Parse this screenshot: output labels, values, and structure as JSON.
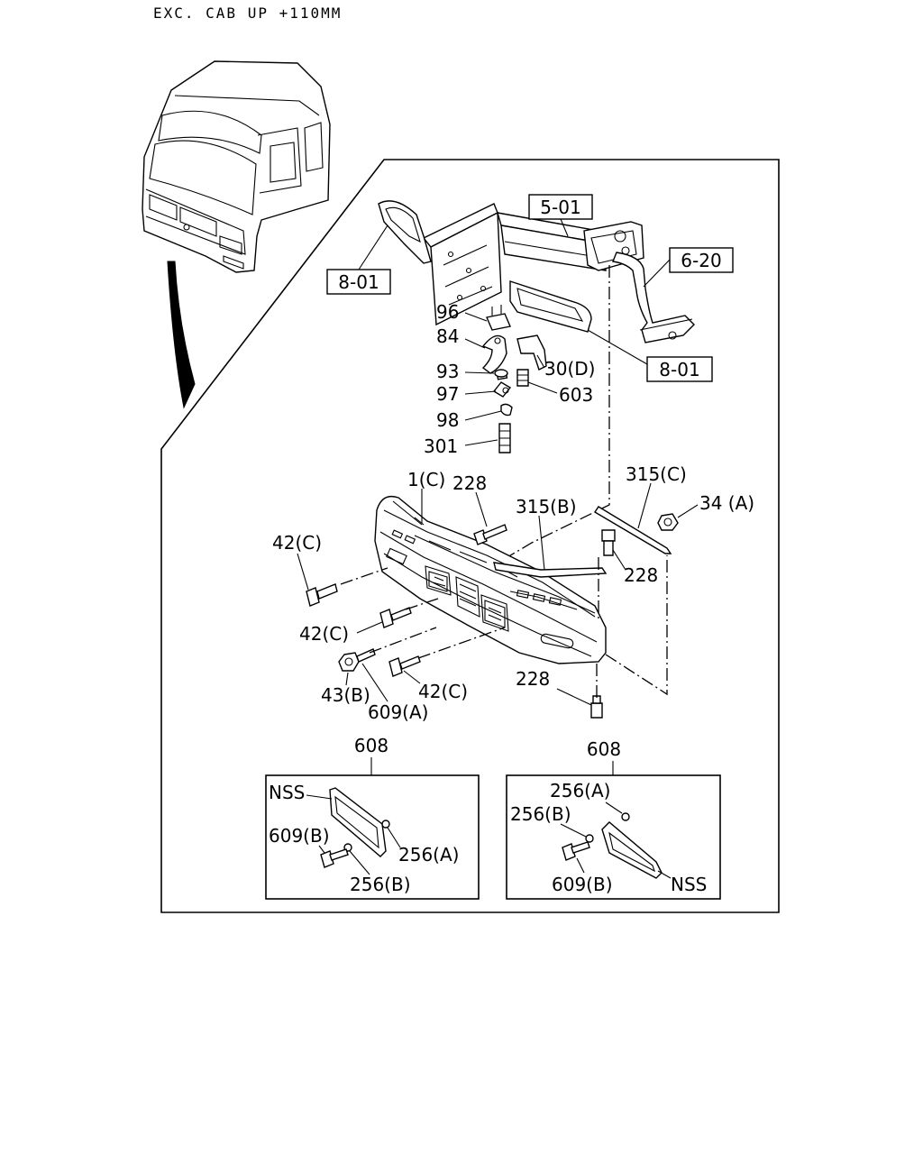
{
  "header": "EXC. CAB UP +110MM",
  "boxed_labels": [
    "5-01",
    "6-20",
    "8-01",
    "8-01"
  ],
  "callouts": {
    "c96": "96",
    "c84": "84",
    "c93": "93",
    "c30d": "30(D)",
    "c97": "97",
    "c603": "603",
    "c98": "98",
    "c301": "301",
    "c1c": "1(C)",
    "c228a": "228",
    "c315c": "315(C)",
    "c315b": "315(B)",
    "c34a": "34 (A)",
    "c42c1": "42(C)",
    "c228b": "228",
    "c42c2": "42(C)",
    "c43b": "43(B)",
    "c42c3": "42(C)",
    "c609a": "609(A)",
    "c228c": "228",
    "c608l": "608",
    "c608r": "608"
  },
  "inset_left": {
    "nss": "NSS",
    "c609b": "609(B)",
    "c256a": "256(A)",
    "c256b": "256(B)"
  },
  "inset_right": {
    "c256a": "256(A)",
    "c256b": "256(B)",
    "c609b": "609(B)",
    "nss": "NSS"
  }
}
